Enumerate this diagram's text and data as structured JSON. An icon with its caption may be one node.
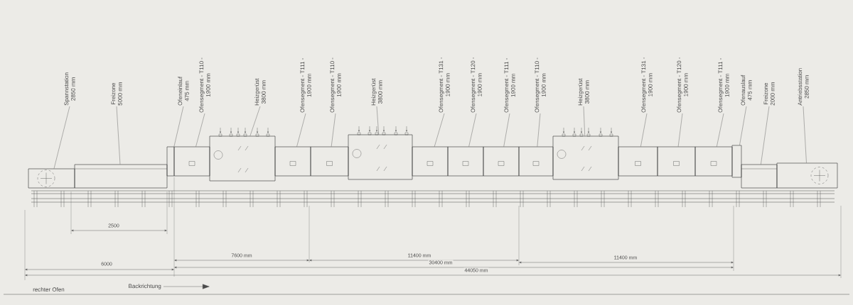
{
  "diagram": {
    "nodes": [
      {
        "text": [
          "Spannstation",
          "2850 mm"
        ]
      },
      {
        "text": [
          "Freizone",
          "5000 mm"
        ]
      },
      {
        "text": [
          "Ofeneinlauf",
          "475 mm"
        ]
      },
      {
        "text": [
          "Ofensegment - T110 -",
          "1900 mm"
        ]
      },
      {
        "text": [
          "Heizgerüst",
          "3800 mm"
        ]
      },
      {
        "text": [
          "Ofensegment - T111 -",
          "1900 mm"
        ]
      },
      {
        "text": [
          "Ofensegment - T110 -",
          "1900 mm"
        ]
      },
      {
        "text": [
          "Heizgerüst",
          "3800 mm"
        ]
      },
      {
        "text": [
          "Ofensegment - T131 -",
          "1900 mm"
        ]
      },
      {
        "text": [
          "Ofensegment - T120 -",
          "1900 mm"
        ]
      },
      {
        "text": [
          "Ofensegment - T111 -",
          "1900 mm"
        ]
      },
      {
        "text": [
          "Ofensegment - T110 -",
          "1900 mm"
        ]
      },
      {
        "text": [
          "Heizgerüst",
          "3800 mm"
        ]
      },
      {
        "text": [
          "Ofensegment - T131 -",
          "1900 mm"
        ]
      },
      {
        "text": [
          "Ofensegment - T120 -",
          "1900 mm"
        ]
      },
      {
        "text": [
          "Ofensegment - T111 -",
          "1900 mm"
        ]
      },
      {
        "text": [
          "Ofenauslauf",
          "475 mm"
        ]
      },
      {
        "text": [
          "Freizone",
          "2000 mm"
        ]
      },
      {
        "text": [
          "Antriebsstation",
          "2850 mm"
        ]
      },
      {
        "text": [],
        "shape": "box"
      },
      {
        "text": [],
        "shape": "box"
      },
      {
        "text": [],
        "shape": "box"
      },
      {
        "text": [],
        "shape": "box"
      },
      {
        "text": [],
        "shape": "box"
      },
      {
        "text": [],
        "shape": "box"
      },
      {
        "text": [],
        "shape": "box"
      },
      {
        "text": [],
        "shape": "box"
      },
      {
        "text": [],
        "shape": "box"
      },
      {
        "text": [],
        "shape": "box"
      },
      {
        "text": [],
        "shape": "box"
      },
      {
        "text": [],
        "shape": "box"
      },
      {
        "text": [],
        "shape": "box"
      },
      {
        "text": [],
        "shape": "box"
      },
      {
        "text": [],
        "shape": "box"
      },
      {
        "text": [],
        "shape": "box"
      },
      {
        "text": [],
        "shape": "box"
      },
      {
        "text": [],
        "shape": "box"
      },
      {
        "text": [],
        "shape": "box"
      }
    ],
    "edges": [
      {
        "from": 0,
        "to": 19,
        "arrow": "none"
      },
      {
        "from": 1,
        "to": 20,
        "arrow": "none"
      },
      {
        "from": 2,
        "to": 21,
        "arrow": "none"
      },
      {
        "from": 3,
        "to": 22,
        "arrow": "none"
      },
      {
        "from": 4,
        "to": 23,
        "arrow": "none"
      },
      {
        "from": 5,
        "to": 24,
        "arrow": "none"
      },
      {
        "from": 6,
        "to": 25,
        "arrow": "none"
      },
      {
        "from": 7,
        "to": 26,
        "arrow": "none"
      },
      {
        "from": 8,
        "to": 27,
        "arrow": "none"
      },
      {
        "from": 9,
        "to": 28,
        "arrow": "none"
      },
      {
        "from": 10,
        "to": 29,
        "arrow": "none"
      },
      {
        "from": 11,
        "to": 30,
        "arrow": "none"
      },
      {
        "from": 12,
        "to": 31,
        "arrow": "none"
      },
      {
        "from": 13,
        "to": 32,
        "arrow": "none"
      },
      {
        "from": 14,
        "to": 33,
        "arrow": "none"
      },
      {
        "from": 15,
        "to": 34,
        "arrow": "none"
      },
      {
        "from": 16,
        "to": 35,
        "arrow": "none"
      },
      {
        "from": 17,
        "to": 36,
        "arrow": "none"
      },
      {
        "from": 18,
        "to": 37,
        "arrow": "none"
      }
    ],
    "labels": [
      "2500",
      "7600 mm",
      "11400 mm",
      "11400 mm",
      "30400 mm",
      "6000",
      "44050 mm",
      "Backrichtung",
      "rechter Ofen"
    ]
  }
}
